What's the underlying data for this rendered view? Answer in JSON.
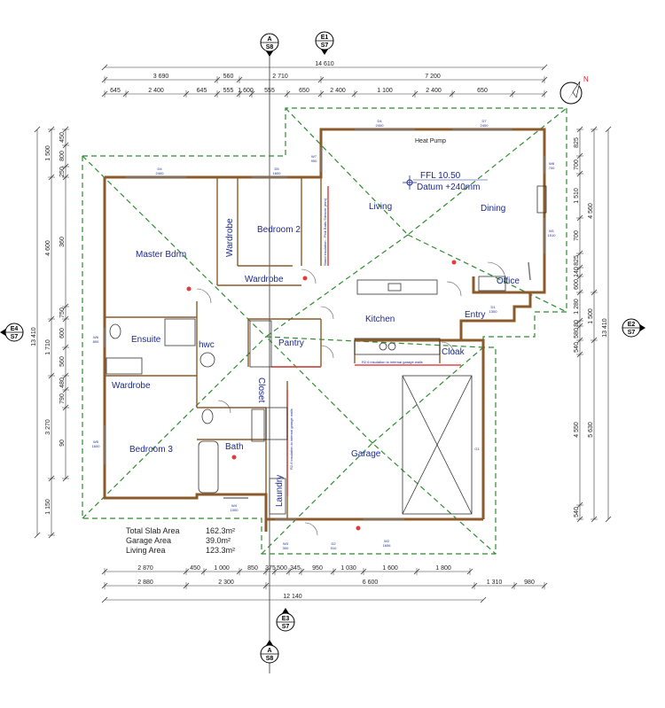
{
  "sections": {
    "top_a": {
      "letter": "A",
      "sheet": "S8"
    },
    "bottom_a": {
      "letter": "A",
      "sheet": "S8"
    },
    "e1": {
      "letter": "E1",
      "sheet": "S7"
    },
    "e2": {
      "letter": "E2",
      "sheet": "S7"
    },
    "e3": {
      "letter": "E3",
      "sheet": "S7"
    },
    "e4": {
      "letter": "E4",
      "sheet": "S7"
    }
  },
  "north_label": "N",
  "dims_top": {
    "overall": "14 610",
    "row2": [
      "3 690",
      "560",
      "2 710",
      "7 200"
    ],
    "row3": [
      "645",
      "2 400",
      "645",
      "555",
      "1 600",
      "555",
      "650",
      "2 400",
      "1 100",
      "2 400",
      "650"
    ]
  },
  "dims_bottom": {
    "row1": [
      "2 870",
      "450",
      "1 000",
      "850",
      "375",
      "500",
      "345",
      "950",
      "1 030",
      "1 600",
      "1 800"
    ],
    "row2": [
      "2 880",
      "2 300",
      "6 600",
      "1 310",
      "980"
    ],
    "overall": "12 140"
  },
  "dims_left": {
    "overall": "13 410",
    "row2": [
      "1 500",
      "4 600",
      "1 710",
      "3 270",
      "1 150"
    ],
    "row3": [
      "450",
      "800",
      "250",
      "360",
      "750",
      "600",
      "560",
      "480",
      "790",
      "90"
    ]
  },
  "dims_right": {
    "overall": "13 410",
    "row2": [
      "4 560",
      "1 500",
      "5 630"
    ],
    "row3": [
      "825",
      "700",
      "1 510",
      "700",
      "825",
      "140",
      "600",
      "1 280",
      "80",
      "580",
      "540",
      "4 550",
      "540"
    ]
  },
  "rooms": {
    "master": "Master Bdrm",
    "bedroom2": "Bedroom 2",
    "wardrobe_vertical": "Wardrobe",
    "wardrobe_b2": "Wardrobe",
    "living": "Living",
    "dining": "Dining",
    "office": "Office",
    "kitchen": "Kitchen",
    "entry": "Entry",
    "cloak": "Cloak",
    "pantry": "Pantry",
    "ensuite": "Ensuite",
    "hwc": "hwc",
    "wardrobe_b3": "Wardrobe",
    "closet": "Closet",
    "bedroom3": "Bedroom 3",
    "bath": "Bath",
    "laundry": "Laundry",
    "garage": "Garage",
    "heat_pump": "Heat Pump"
  },
  "ffl": {
    "line1": "FFL 10.50",
    "line2": "Datum +240mm"
  },
  "notes": {
    "stand_insulation": "Stand insulation - Pink Batts Silencer (mm)",
    "internal_garage": "R2.6 insulation to internal garage walls",
    "internal_garage_2": "R2.6 insulation to internal garage walls"
  },
  "windows": {
    "d4_top": "D4\n2400",
    "d7_top": "D7\n2400",
    "d4_master": "D4\n2400",
    "d5": "D5\n1600",
    "w7": "W7\n900",
    "w8": "W8\n700",
    "w1": "W1\n1510",
    "d1": "D1\n1300",
    "w6": "W6\n800",
    "w5": "W5\n1600",
    "w4": "W4\n1000",
    "w3": "W3\n300",
    "d2": "D2\n910",
    "w2": "W2\n1606",
    "g1": "G1"
  },
  "areas": {
    "rows": [
      {
        "label": "Total Slab Area",
        "value": "162.3m²"
      },
      {
        "label": "Garage Area",
        "value": "39.0m²"
      },
      {
        "label": "Living Area",
        "value": "123.3m²"
      }
    ]
  },
  "colors": {
    "wall": "#8b5a2b",
    "roof": "#2e8b2e",
    "text_blue": "#1b2a8a",
    "insulation": "#d94c4c"
  }
}
